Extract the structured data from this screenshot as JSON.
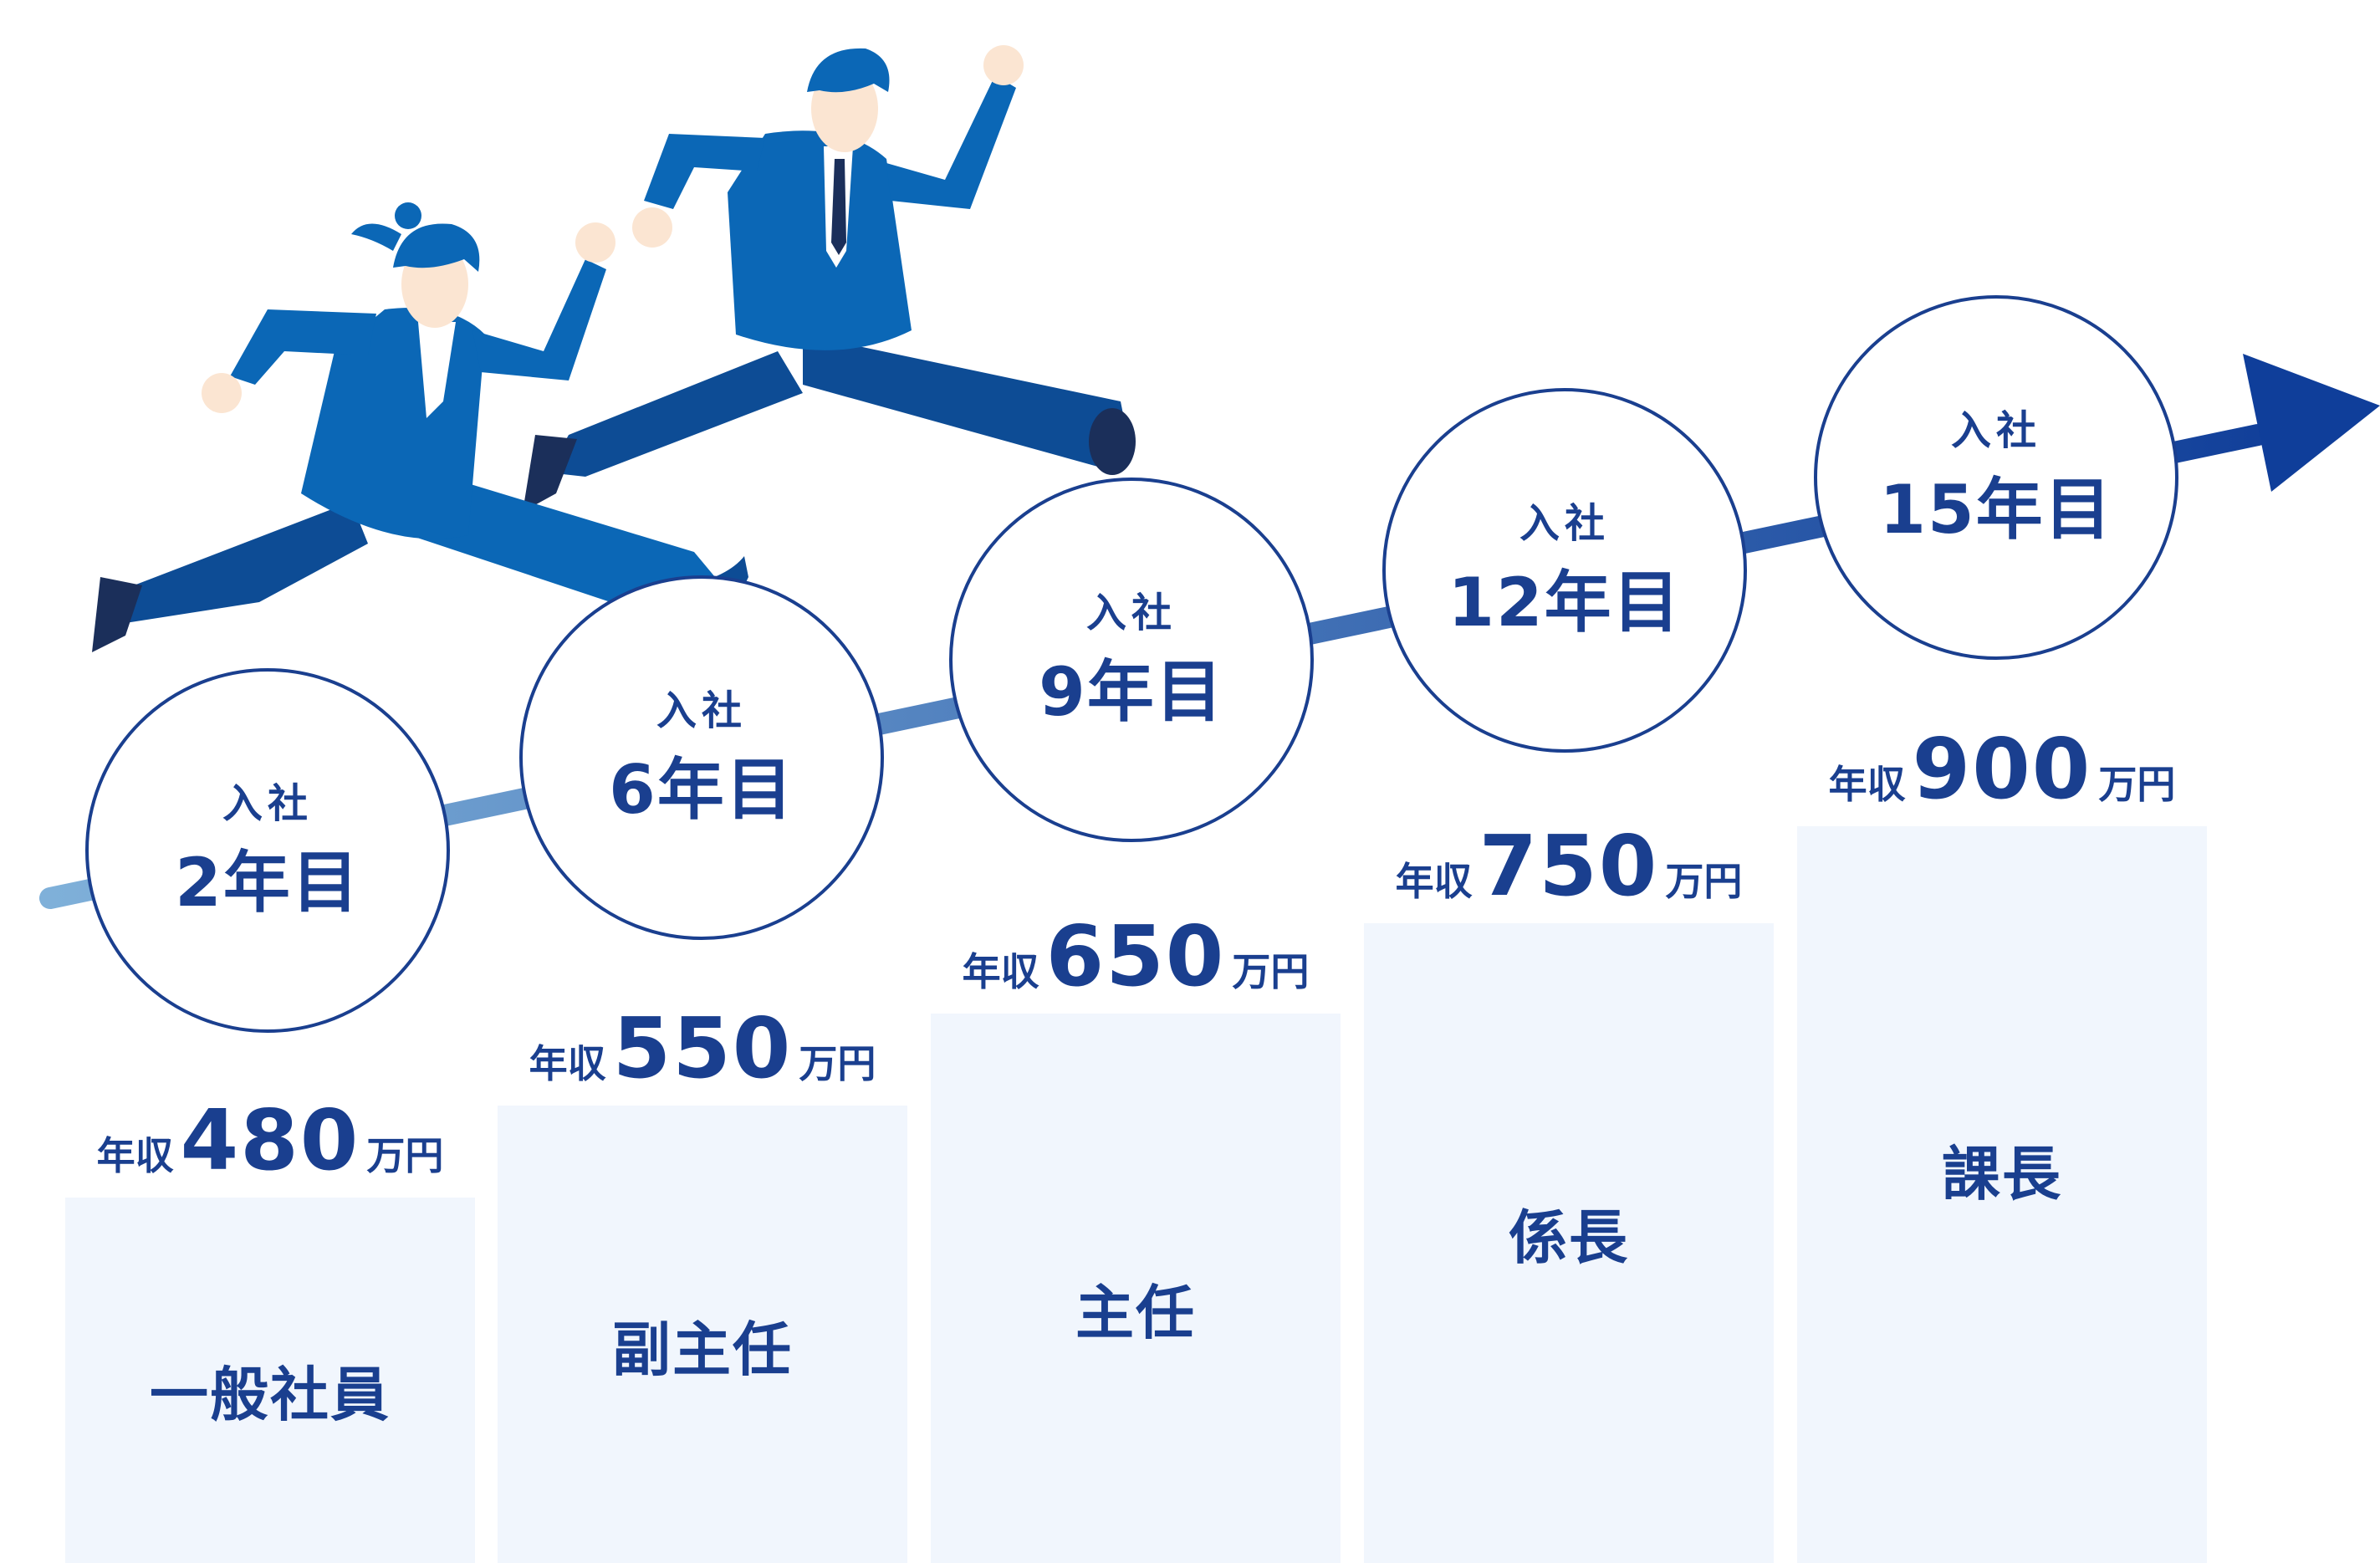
{
  "milestones": [
    {
      "entry_prefix": "入社",
      "year_label": "2年目",
      "salary_prefix": "年収",
      "salary_value": "480",
      "salary_unit": "万円",
      "role": "一般社員"
    },
    {
      "entry_prefix": "入社",
      "year_label": "6年目",
      "salary_prefix": "年収",
      "salary_value": "550",
      "salary_unit": "万円",
      "role": "副主任"
    },
    {
      "entry_prefix": "入社",
      "year_label": "9年目",
      "salary_prefix": "年収",
      "salary_value": "650",
      "salary_unit": "万円",
      "role": "主任"
    },
    {
      "entry_prefix": "入社",
      "year_label": "12年目",
      "salary_prefix": "年収",
      "salary_value": "750",
      "salary_unit": "万円",
      "role": "係長"
    },
    {
      "entry_prefix": "入社",
      "year_label": "15年目",
      "salary_prefix": "年収",
      "salary_value": "900",
      "salary_unit": "万円",
      "role": "課長"
    }
  ],
  "colors": {
    "primary": "#1a3f8f",
    "column_fill": "#f1f6fd",
    "line_light": "#7fb0d9",
    "line_dark": "#12409a",
    "suit_light": "#0b67b6",
    "suit_dark": "#0d4c95",
    "skin": "#fbe5d2"
  }
}
